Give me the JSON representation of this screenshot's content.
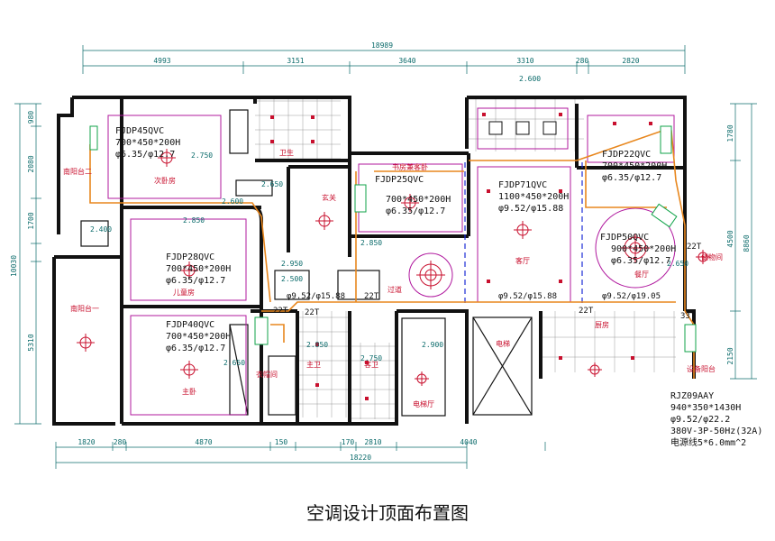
{
  "title": "空调设计顶面布置图",
  "dims_top": {
    "overall": "18989",
    "segments": [
      "4993",
      "3151",
      "3640",
      "3310",
      "280",
      "2820"
    ]
  },
  "dims_bottom": {
    "overall": "18220",
    "segments": [
      "1820",
      "280",
      "4870",
      "150",
      "170",
      "2810",
      "4040"
    ]
  },
  "dims_left": [
    "980",
    "2080",
    "1700",
    "10030",
    "5310"
  ],
  "dims_right": [
    "1780",
    "4500",
    "8860",
    "2150"
  ],
  "levels": {
    "top": "2.600",
    "values": [
      "2.750",
      "2.600",
      "2.850",
      "2.650",
      "2.400",
      "2.950",
      "2.500",
      "2.850",
      "2.650",
      "2.900",
      "2.850",
      "2.750",
      "2.650"
    ]
  },
  "rooms": {
    "ciwo_wo": "次卧房",
    "weisheng_top": "卫生",
    "shufang": "书房兼客卧",
    "keting": "客厅",
    "canting": "餐厅",
    "nanyangtai2": "南阳台二",
    "nanyangtai1": "南阳台一",
    "ertong": "儿童房",
    "zhuwo": "主卧",
    "zhuwei": "主卫",
    "kewei": "客卫",
    "yimao": "衣帽间",
    "chufang": "厨房",
    "dianti": "电梯",
    "diantiting": "电梯厅",
    "guodao": "过道",
    "xuanguan": "玄关",
    "shebei": "设备阳台",
    "chuwu": "储物间"
  },
  "ducts": {
    "d1": "φ9.52/φ15.88",
    "d2": "φ9.52/φ15.88",
    "d3": "φ9.52/φ19.05"
  },
  "taps": [
    "22T",
    "22T",
    "22T",
    "22T",
    "22T",
    "33T"
  ],
  "units": [
    {
      "model": "FJDP45QVC",
      "size": "700*450*200H",
      "pipe": "φ6.35/φ12.7"
    },
    {
      "model": "FJDP25QVC",
      "size": "700*450*200H",
      "pipe": "φ6.35/φ12.7"
    },
    {
      "model": "FJDP71QVC",
      "size": "1100*450*200H",
      "pipe": "φ9.52/φ15.88"
    },
    {
      "model": "FJDP22QVC",
      "size": "700*450*200H",
      "pipe": "φ6.35/φ12.7"
    },
    {
      "model": "FJDP50QVC",
      "size": "900*450*200H",
      "pipe": "φ6.35/φ12.7"
    },
    {
      "model": "FJDP28QVC",
      "size": "700*450*200H",
      "pipe": "φ6.35/φ12.7"
    },
    {
      "model": "FJDP40QVC",
      "size": "700*450*200H",
      "pipe": "φ6.35/φ12.7"
    }
  ],
  "outdoor": {
    "model": "RJZ09AAY",
    "size": "940*350*1430H",
    "pipe": "φ9.52/φ22.2",
    "power": "380V-3P-50Hz(32A)",
    "cable": "电源线5*6.0mm^2"
  }
}
